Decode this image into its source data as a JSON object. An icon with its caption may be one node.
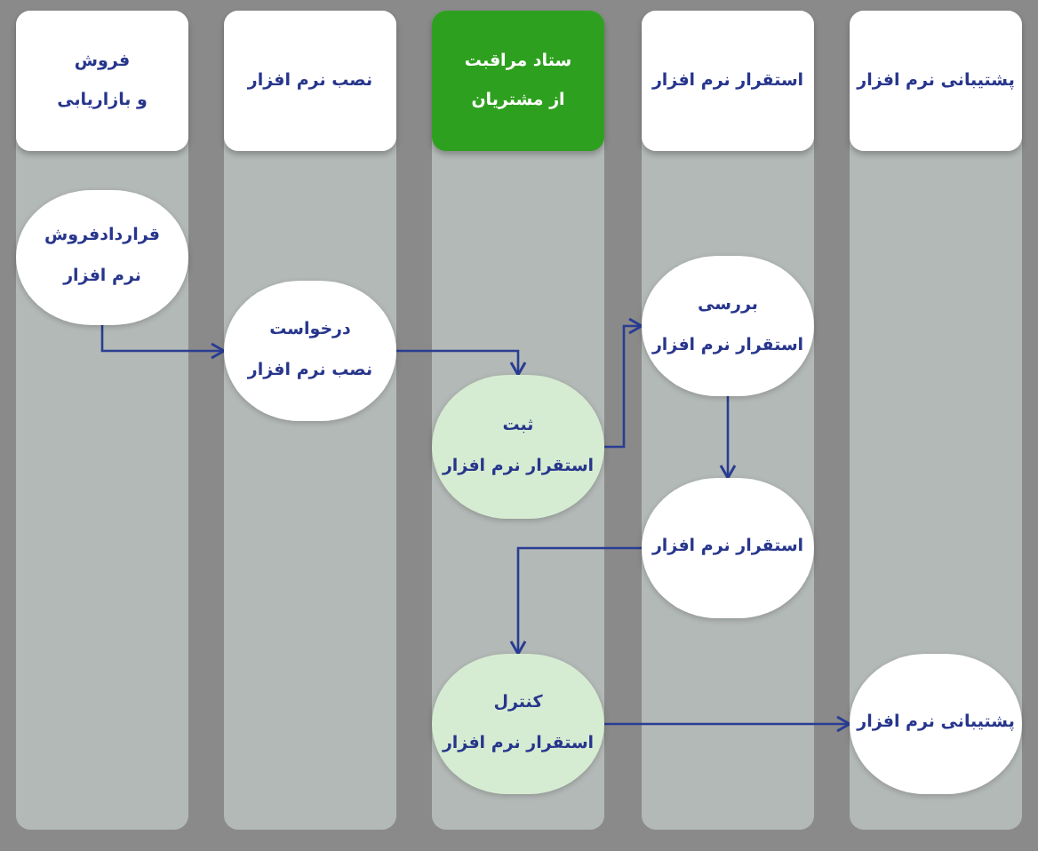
{
  "diagram": {
    "nodes": [
      {
        "text": [],
        "shape": "bar"
      },
      {
        "text": [
          "فروش و بازاریابی"
        ],
        "in": 0
      },
      {
        "text": [
          "قراردادفروش نرم افزار"
        ],
        "in": 0
      },
      {
        "text": [],
        "shape": "bar"
      },
      {
        "text": [
          "نصب نرم افزار"
        ],
        "in": 3
      },
      {
        "text": [
          "درخواست نصب نرم افزار"
        ],
        "in": 3
      },
      {
        "text": [],
        "shape": "bar"
      },
      {
        "text": [
          "ستاد مراقبت از مشتریان"
        ],
        "in": 6
      },
      {
        "text": [
          "ثبت استقرار نرم افزار"
        ],
        "in": 6
      },
      {
        "text": [
          "کنترل استقرار نرم افزار"
        ],
        "in": 6
      },
      {
        "text": [],
        "shape": "bar"
      },
      {
        "text": [
          "استقرار نرم افزار"
        ],
        "in": 10
      },
      {
        "text": [
          "بررسی استقرار نرم افزار"
        ],
        "in": 10
      },
      {
        "text": [
          "استقرار نرم افزار"
        ],
        "in": 10
      },
      {
        "text": [],
        "shape": "bar"
      },
      {
        "text": [
          "پشتیبانی نرم افزار"
        ],
        "in": 14
      },
      {
        "text": [
          "پشتیبانی نرم افزار"
        ],
        "in": 14
      }
    ],
    "edges": [
      {
        "from": 2,
        "to": 5,
        "arrow": "to"
      },
      {
        "from": 5,
        "to": 8,
        "arrow": "to"
      },
      {
        "from": 8,
        "to": 12,
        "arrow": "to"
      },
      {
        "from": 12,
        "to": 13,
        "arrow": "to"
      },
      {
        "from": 13,
        "to": 9,
        "arrow": "to"
      },
      {
        "from": 9,
        "to": 16,
        "arrow": "to"
      }
    ]
  }
}
